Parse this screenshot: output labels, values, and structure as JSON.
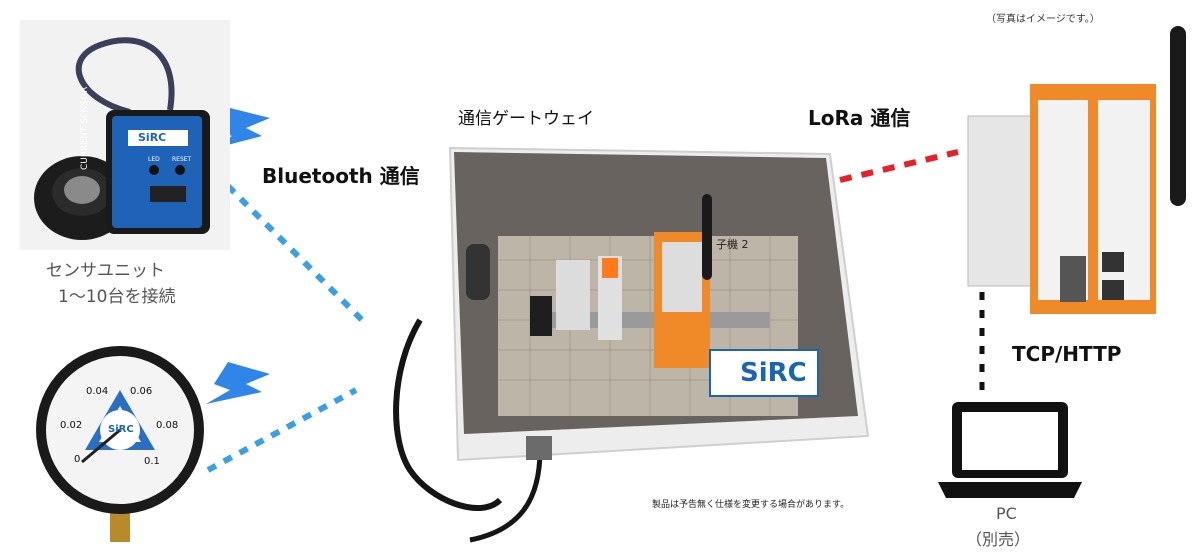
{
  "labels": {
    "note_image": "（写真はイメージです。）",
    "gateway": "通信ゲートウェイ",
    "lora": "LoRa 通信",
    "bluetooth": "Bluetooth 通信",
    "sensor_unit_line1": "センサユニット",
    "sensor_unit_line2": "1〜10台を接続",
    "tcp": "TCP/HTTP",
    "spec_note": "製品は予告無く仕様を変更する場合があります。",
    "pc_line1": "PC",
    "pc_line2": "（別売）"
  },
  "current_sensor": {
    "side_text": "CURRENT SENSOR",
    "brand": "SiRC",
    "led": "LED",
    "reset": "RESET"
  },
  "gauge": {
    "brand": "SiRC",
    "ticks": [
      "0",
      "0.02",
      "0.04",
      "0.06",
      "0.08",
      "0.1"
    ]
  },
  "gateway_box": {
    "brand": "SiRC",
    "slave_label": "子機 2"
  },
  "colors": {
    "bluetooth_link": "#3aa0e6",
    "lora_link": "#e8202a",
    "wired_link": "#111111",
    "bolt": "#2f86e8",
    "controller_orange": "#f08a28",
    "brand_blue": "#1a64b4"
  }
}
